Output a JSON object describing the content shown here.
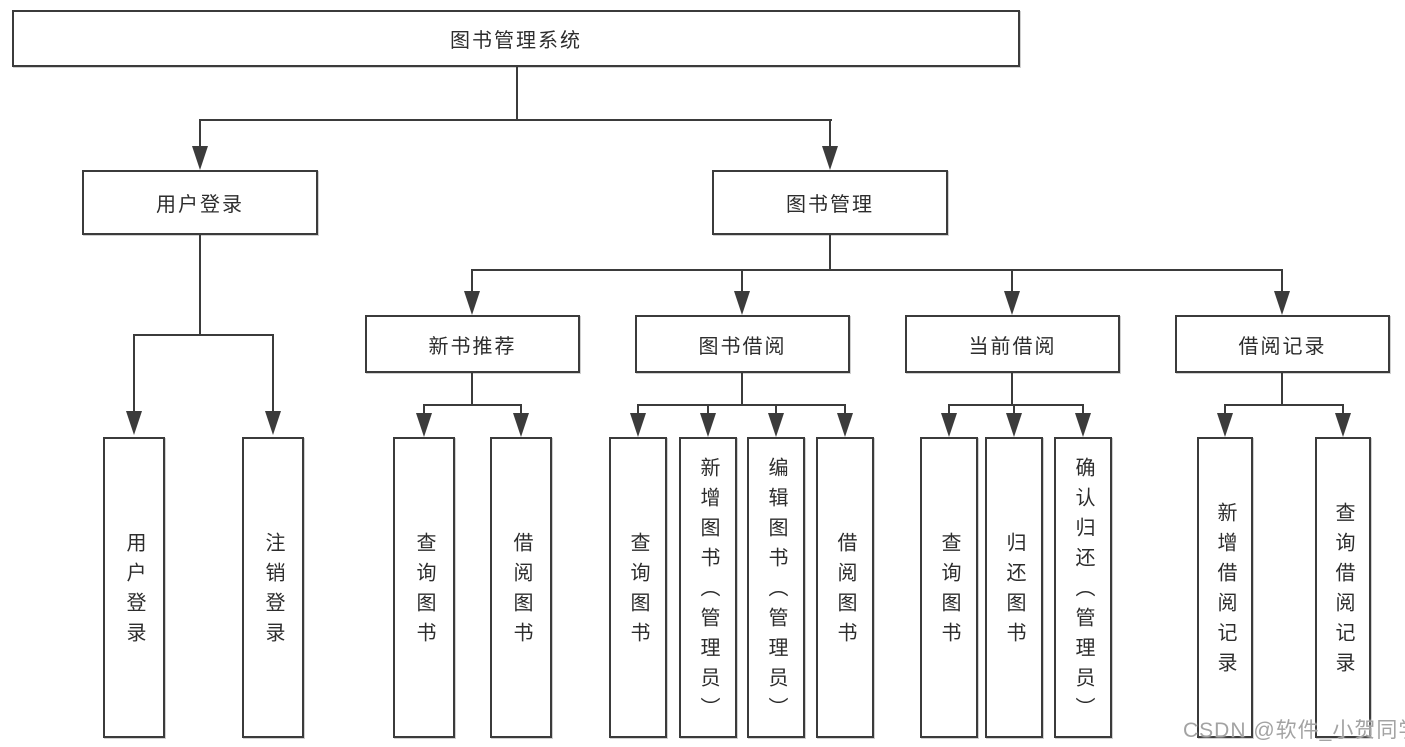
{
  "colors": {
    "line": "#3b3b3b",
    "text": "#2d2d2d",
    "background": "#ffffff",
    "watermark": "#a3a3a3"
  },
  "watermark": {
    "text": "CSDN @软件_小贺同学"
  },
  "tree": {
    "root": {
      "label": "图书管理系统",
      "children": [
        {
          "label": "用户登录",
          "children": [
            {
              "label": "用户登录"
            },
            {
              "label": "注销登录"
            }
          ]
        },
        {
          "label": "图书管理",
          "children": [
            {
              "label": "新书推荐",
              "children": [
                {
                  "label": "查询图书"
                },
                {
                  "label": "借阅图书"
                }
              ]
            },
            {
              "label": "图书借阅",
              "children": [
                {
                  "label": "查询图书"
                },
                {
                  "label": "新增图书（管理员）"
                },
                {
                  "label": "编辑图书（管理员）"
                },
                {
                  "label": "借阅图书"
                }
              ]
            },
            {
              "label": "当前借阅",
              "children": [
                {
                  "label": "查询图书"
                },
                {
                  "label": "归还图书"
                },
                {
                  "label": "确认归还（管理员）"
                }
              ]
            },
            {
              "label": "借阅记录",
              "children": [
                {
                  "label": "新增借阅记录"
                },
                {
                  "label": "查询借阅记录"
                }
              ]
            }
          ]
        }
      ]
    }
  }
}
